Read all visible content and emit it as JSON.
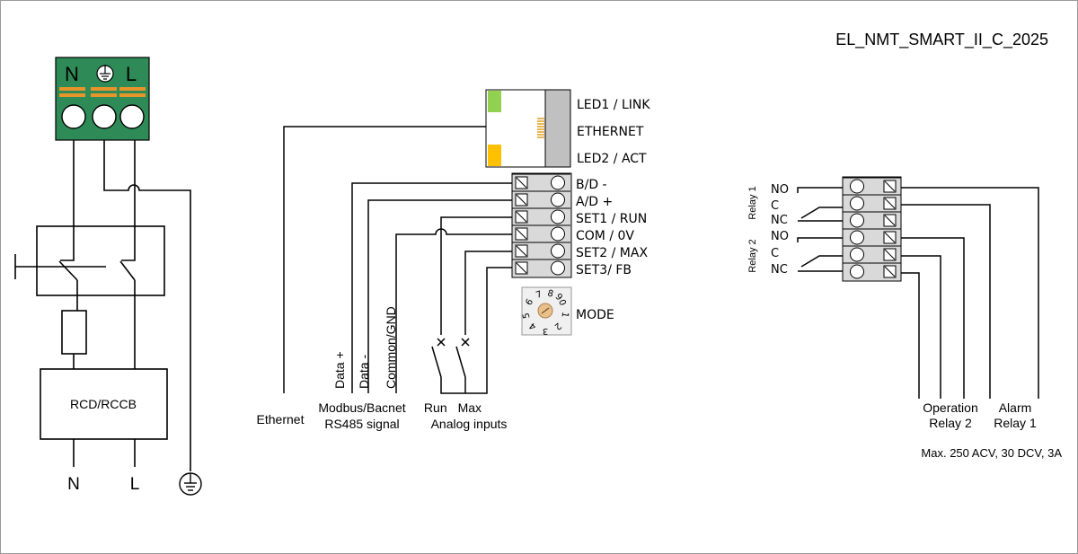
{
  "title": "EL_NMT_SMART_II_C_2025",
  "power": {
    "terminal_labels": {
      "n": "N",
      "l": "L"
    },
    "rcd_label": "RCD/RCCB",
    "output_labels": {
      "n": "N",
      "l": "L"
    }
  },
  "ethernet_module": {
    "led1": "LED1 / LINK",
    "port": "ETHERNET",
    "led2": "LED2 / ACT",
    "led1_color": "#92d050",
    "led2_color": "#ffc000"
  },
  "io_terminals": [
    "B/D -",
    "A/D +",
    "SET1 / RUN",
    "COM / 0V",
    "SET2 / MAX",
    "SET3/ FB"
  ],
  "mode_switch": {
    "label": "MODE",
    "digits": [
      "0",
      "1",
      "2",
      "3",
      "4",
      "5",
      "6",
      "7",
      "8",
      "9"
    ]
  },
  "bottom_labels": {
    "ethernet": "Ethernet",
    "modbus_line1": "Modbus/Bacnet",
    "modbus_line2": "RS485 signal",
    "data_plus": "Data +",
    "data_minus": "Data -",
    "common": "Common/GND",
    "run": "Run",
    "max": "Max",
    "analog": "Analog inputs"
  },
  "relays": {
    "group1": "Relay 1",
    "group2": "Relay 2",
    "contacts": [
      "NO",
      "C",
      "NC",
      "NO",
      "C",
      "NC"
    ],
    "operation_line1": "Operation",
    "operation_line2": "Relay 2",
    "alarm_line1": "Alarm",
    "alarm_line2": "Relay 1",
    "rating": "Max. 250 ACV, 30 DCV, 3A"
  },
  "colors": {
    "terminal_green": "#2e8b57",
    "clamp_orange": "#e7942a",
    "terminal_grey": "#d9d9d9"
  }
}
